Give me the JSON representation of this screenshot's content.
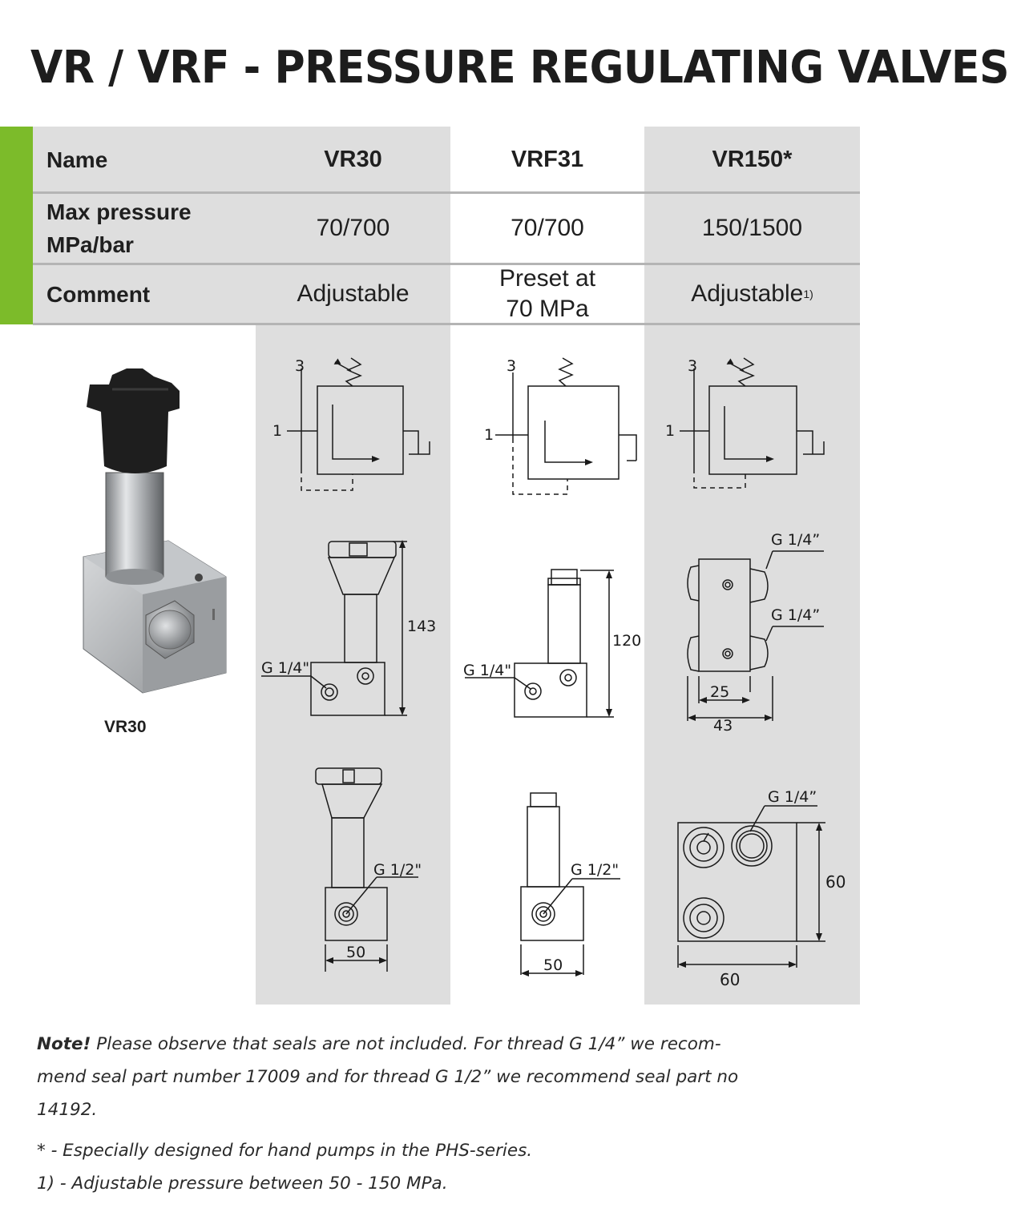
{
  "title": "VR / VRF - PRESSURE REGULATING VALVES",
  "colors": {
    "accent": "#7cbb2a",
    "shade": "#dedede",
    "rule": "#b4b4b4"
  },
  "table": {
    "rows": [
      {
        "label": "Name",
        "values": [
          "VR30",
          "VRF31",
          "VR150*"
        ]
      },
      {
        "label_lines": [
          "Max pressure",
          "MPa/bar"
        ],
        "values": [
          "70/700",
          "70/700",
          "150/1500"
        ]
      },
      {
        "label": "Comment",
        "values_vr30": "Adjustable",
        "values_vrf31": [
          "Preset at",
          "70 MPa"
        ],
        "values_vr150": "Adjustable",
        "vr150_sup": "1)"
      }
    ]
  },
  "photo_caption": "VR30",
  "drawings": {
    "port_3": "3",
    "port_1": "1",
    "g14_q": "G 1/4\"",
    "g14_c": "G 1/4”",
    "g12": "G 1/2\"",
    "vr30_height": "143",
    "vrf31_height": "120",
    "vr30_width": "50",
    "vrf31_width": "50",
    "vr150_dim_25": "25",
    "vr150_dim_43": "43",
    "vr150_dim_60_v": "60",
    "vr150_dim_60_h": "60"
  },
  "notes": {
    "note_label": "Note!",
    "note_line1": " Please observe that seals are not included. For thread G 1/4” we recom-",
    "note_line2": "mend seal part number 17009 and for thread G 1/2” we recommend seal part no",
    "note_line3": "14192.",
    "footnote_star": "* - Especially designed for hand pumps in the PHS-series.",
    "footnote_1": "1) - Adjustable pressure between 50 - 150 MPa."
  }
}
